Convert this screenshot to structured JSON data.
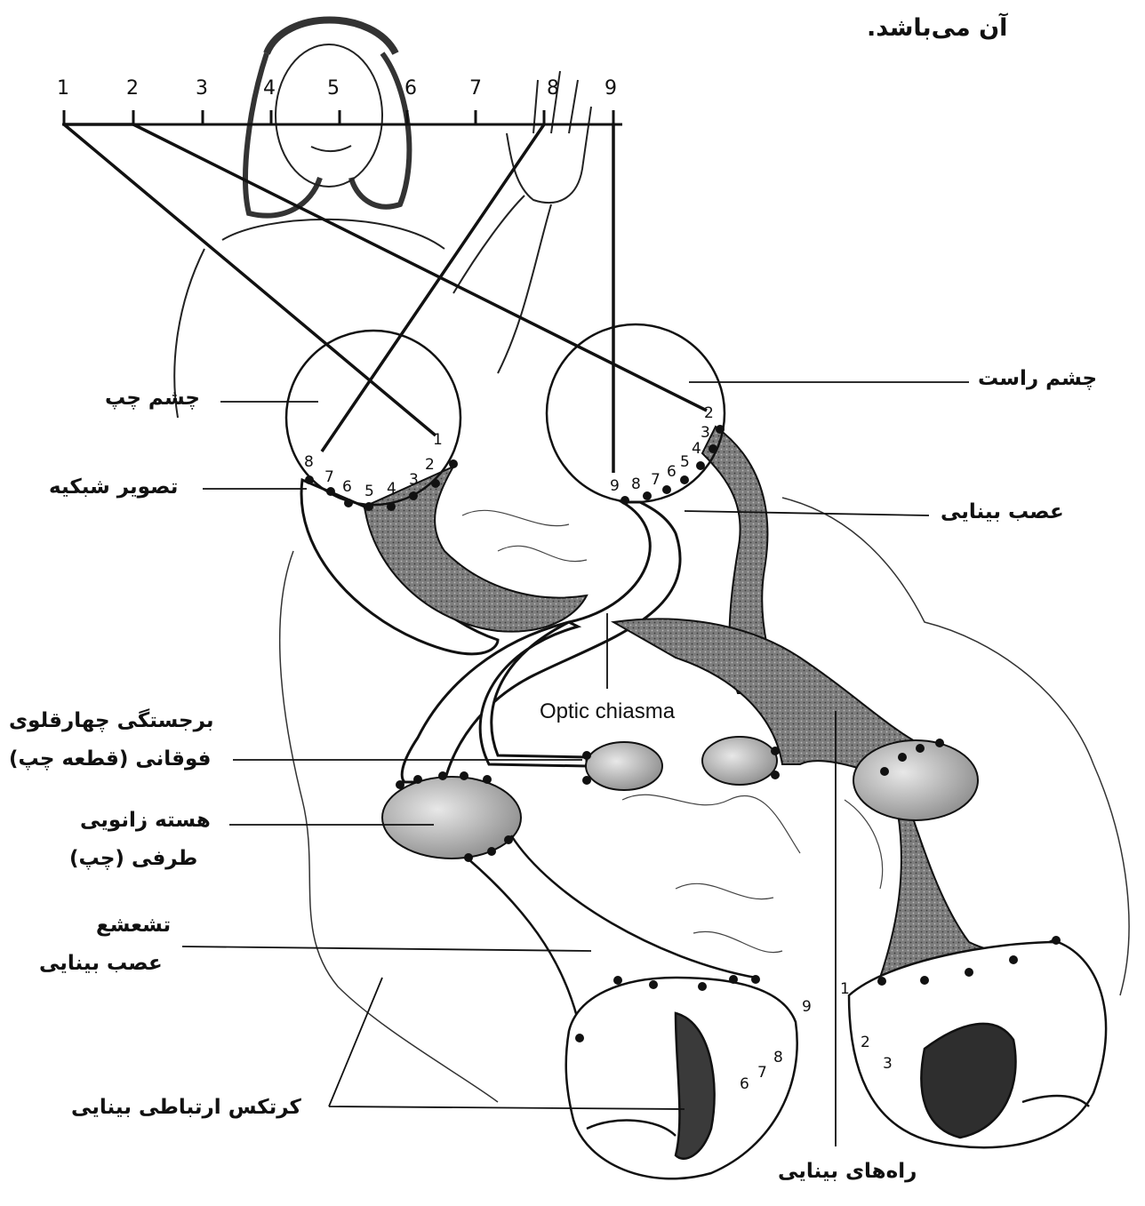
{
  "header_text": "آن می‌باشد.",
  "scale_numbers": [
    "1",
    "2",
    "3",
    "4",
    "5",
    "6",
    "7",
    "8",
    "9"
  ],
  "labels": {
    "left_eye": "چشم چپ",
    "right_eye": "چشم راست",
    "retinal_image": "تصویر شبکیه",
    "optic_nerve": "عصب بینایی",
    "optic_chiasma": "Optic chiasma",
    "superior_colliculus_line1": "برجستگی چهارقلوی",
    "superior_colliculus_line2": "فوقانی (قطعه چپ)",
    "lateral_geniculate_line1": "هسته زانویی",
    "lateral_geniculate_line2": "طرفی (چپ)",
    "optic_radiation_line1": "تشعشع",
    "optic_radiation_line2": "عصب بینایی",
    "visual_association_cortex": "کرتکس ارتباطی بینایی",
    "visual_pathways": "راه‌های بینایی"
  },
  "left_retina_numbers": [
    "1",
    "2",
    "3",
    "4",
    "5",
    "6",
    "7",
    "8"
  ],
  "right_retina_numbers": [
    "2",
    "3",
    "4",
    "5",
    "6",
    "7",
    "8",
    "9"
  ],
  "left_cortex_numbers": [
    "6",
    "7",
    "8",
    "9"
  ],
  "right_cortex_numbers": [
    "1",
    "2",
    "3"
  ],
  "colors": {
    "ink": "#111111",
    "shade": "#8a8a8a",
    "nucleus": "#c9c9c9"
  }
}
